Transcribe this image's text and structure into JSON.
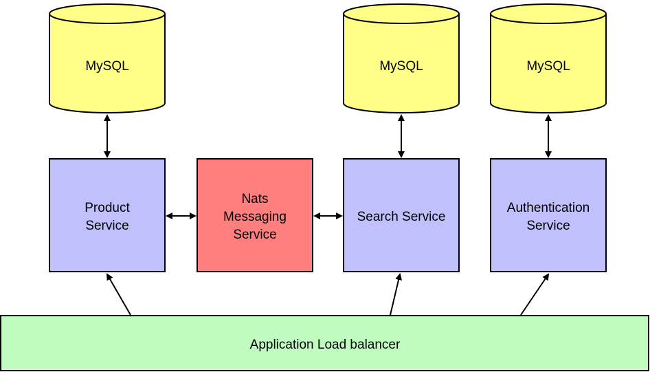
{
  "colors": {
    "database_fill": "#ffff88",
    "service_fill": "#c0c0fc",
    "messaging_fill": "#ff7f7f",
    "load_balancer_fill": "#c0fcc0",
    "stroke": "#000000"
  },
  "databases": [
    {
      "id": "product-db",
      "label": "MySQL"
    },
    {
      "id": "search-db",
      "label": "MySQL"
    },
    {
      "id": "auth-db",
      "label": "MySQL"
    }
  ],
  "services": {
    "product": {
      "line1": "Product",
      "line2": "Service"
    },
    "messaging": {
      "line1": "Nats",
      "line2": "Messaging",
      "line3": "Service"
    },
    "search": {
      "line1": "Search Service"
    },
    "authentication": {
      "line1": "Authentication",
      "line2": "Service"
    }
  },
  "load_balancer": {
    "label": "Application Load balancer"
  },
  "connections": [
    {
      "from": "product-db",
      "to": "product-service",
      "type": "bidirectional"
    },
    {
      "from": "search-db",
      "to": "search-service",
      "type": "bidirectional"
    },
    {
      "from": "auth-db",
      "to": "authentication-service",
      "type": "bidirectional"
    },
    {
      "from": "product-service",
      "to": "messaging-service",
      "type": "bidirectional"
    },
    {
      "from": "messaging-service",
      "to": "search-service",
      "type": "bidirectional"
    },
    {
      "from": "load-balancer",
      "to": "product-service",
      "type": "directed"
    },
    {
      "from": "load-balancer",
      "to": "search-service",
      "type": "directed"
    },
    {
      "from": "load-balancer",
      "to": "authentication-service",
      "type": "directed"
    }
  ]
}
